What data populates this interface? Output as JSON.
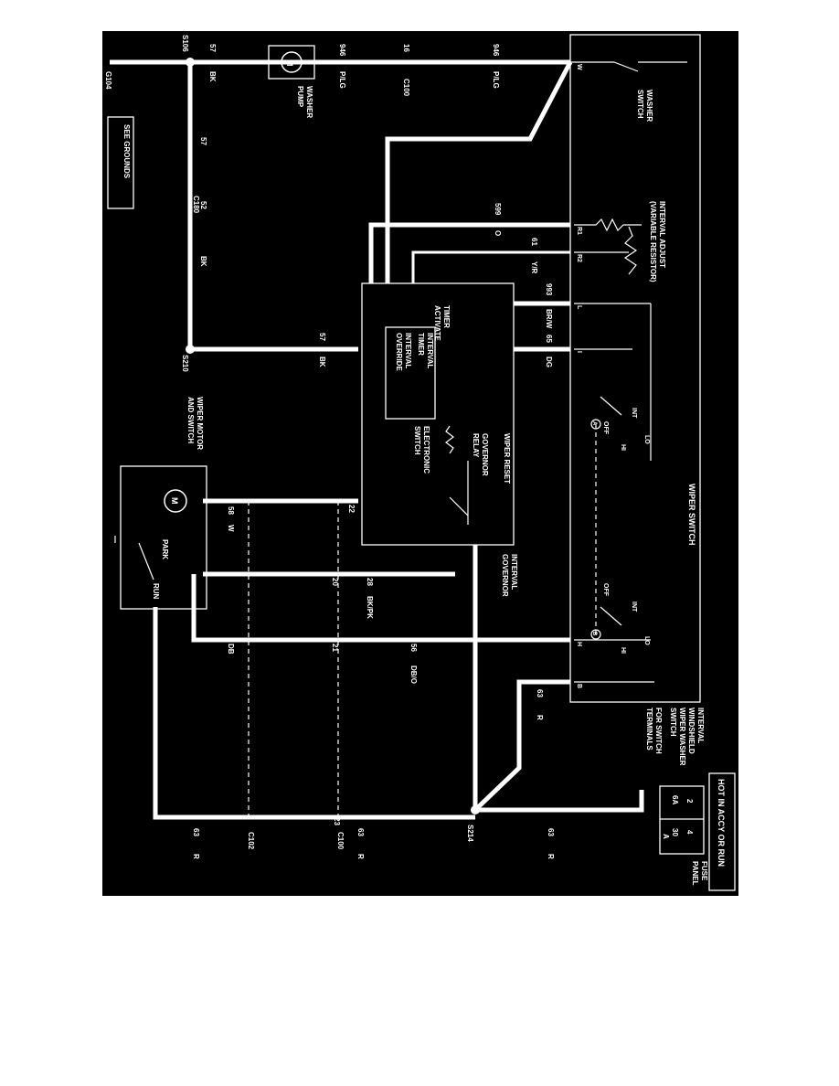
{
  "diagram": {
    "wiper_switch": "WIPER SWITCH",
    "interval_switch_note": [
      "INTERVAL",
      "WINDSHIELD",
      "WIPER WASHER",
      "SWITCH"
    ],
    "switch_terminals_note": [
      "FOR SWITCH",
      "TERMINALS"
    ],
    "hot_label": "HOT IN ACCY OR RUN",
    "fuse_panel": [
      "FUSE",
      "PANEL"
    ],
    "fuse": {
      "cell_2": "2",
      "cell_4": "4",
      "rating": "6A",
      "cell_30": "30",
      "cell_a": "A"
    },
    "washer_switch": [
      "WASHER",
      "SWITCH"
    ],
    "interval_adjust": [
      "INTERVAL ADJUST",
      "(VARIABLE RESISTOR)"
    ],
    "washer_pump": [
      "WASHER",
      "PUMP"
    ],
    "see_grounds": "SEE GROUNDS",
    "wiper_reset": "WIPER RESET",
    "governor_relay": [
      "GOVERNOR",
      "RELAY"
    ],
    "electronic_switch": [
      "ELECTRONIC",
      "SWITCH"
    ],
    "interval_timer": [
      "INTERVAL",
      "TIMER"
    ],
    "interval_override": [
      "INTERVAL",
      "OVERRIDE"
    ],
    "timer_activate": [
      "TIMER",
      "ACTIVATE"
    ],
    "interval_governor": [
      "INTERVAL",
      "GOVERNOR"
    ],
    "wiper_motor": [
      "WIPER MOTOR",
      "AND SWITCH"
    ],
    "park": "PARK",
    "run": "RUN",
    "motor_m": "M",
    "switch_marks": {
      "off": "OFF",
      "int": "INT",
      "lo": "LO",
      "hi": "HI",
      "a": "A",
      "b": "B"
    },
    "terminals": {
      "w": "W",
      "r1": "R1",
      "r2": "R2",
      "l": "L",
      "i": "I",
      "h": "H",
      "b": "B"
    },
    "splices": {
      "s106": "S106",
      "s210": "S210",
      "s214": "S214",
      "g104": "G104"
    },
    "connectors": {
      "c100": "C100",
      "c180": "C180",
      "c102": "C102"
    },
    "wires": {
      "w57": "57",
      "w946": "946",
      "w16": "16",
      "w599": "599",
      "w61": "61",
      "w993": "993",
      "w65": "65",
      "w58": "58",
      "w28": "28",
      "w56": "56",
      "w63": "63",
      "w52": "52",
      "w22": "22",
      "w20": "20",
      "w21": "21",
      "w23": "23"
    },
    "colors": {
      "bk": "BK",
      "plg": "P/LG",
      "o": "O",
      "yr": "Y/R",
      "brw": "BR/W",
      "dg": "DG",
      "w": "W",
      "bkpk": "BK/PK",
      "dbo": "DB/O",
      "db": "DB",
      "r": "R"
    }
  }
}
